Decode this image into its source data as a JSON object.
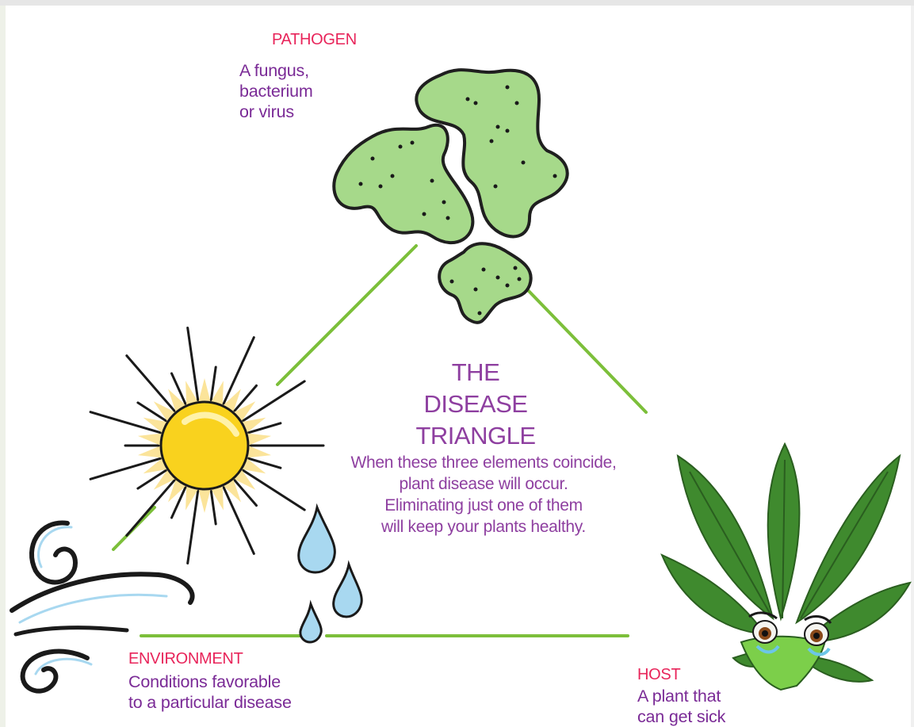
{
  "colors": {
    "heading": "#e8245a",
    "description": "#7a2a96",
    "title": "#8e3fa0",
    "triangle_line": "#7cbf3a",
    "pathogen_fill": "#a6d98a",
    "sun_fill": "#f9d21e",
    "water": "#a8d8f0",
    "leaf": "#3f8a2e"
  },
  "icons": [
    "pathogen-cells-icon",
    "sun-icon",
    "wind-icon",
    "water-drops-icon",
    "sad-plant-leaf-icon"
  ],
  "pathogen": {
    "heading": "PATHOGEN",
    "lines": [
      "A fungus,",
      "bacterium",
      "or virus"
    ]
  },
  "center": {
    "title_lines": [
      "THE",
      "DISEASE",
      "TRIANGLE"
    ],
    "subtitle_lines": [
      "When these three elements coincide,",
      "plant disease will occur.",
      "Eliminating just one of them",
      "will keep your plants healthy."
    ]
  },
  "environment": {
    "heading": "ENVIRONMENT",
    "lines": [
      "Conditions favorable",
      "to a particular disease"
    ]
  },
  "host": {
    "heading": "HOST",
    "lines": [
      "A plant that",
      "can get sick"
    ]
  }
}
